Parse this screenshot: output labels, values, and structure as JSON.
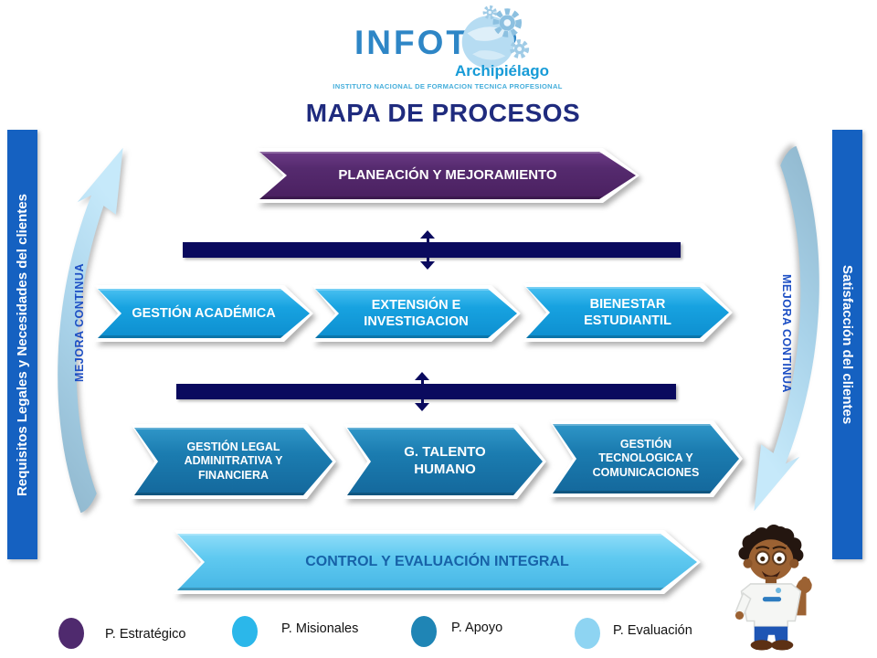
{
  "header": {
    "logo": {
      "name": "INFOTEP",
      "region": "Archipiélago",
      "subtitle": "INSTITUTO NACIONAL DE FORMACION TECNICA PROFESIONAL"
    },
    "title": "MAPA DE PROCESOS"
  },
  "side_bars": {
    "left": "Requisitos Legales y Necesidades del clientes",
    "right": "Satisfacción del  clientes"
  },
  "improvement": {
    "left": "MEJORA CONTINUA",
    "right": "MEJORA CONTINUA"
  },
  "processes": {
    "estrategico": {
      "label": "PLANEACIÓN Y MEJORAMIENTO",
      "color": "#552a6e"
    },
    "misionales": {
      "color": "#17a2e0",
      "items": [
        "GESTIÓN ACADÉMICA",
        "EXTENSIÓN E INVESTIGACION",
        "BIENESTAR ESTUDIANTIL"
      ]
    },
    "apoyo": {
      "color": "#1b7cb0",
      "items": [
        "GESTIÓN LEGAL ADMINITRATIVA Y FINANCIERA",
        "G. TALENTO HUMANO",
        "GESTIÓN TECNOLOGICA Y COMUNICACIONES"
      ]
    },
    "evaluacion": {
      "label": "CONTROL Y EVALUACIÓN INTEGRAL",
      "color": "#5fc9f0"
    }
  },
  "legend": [
    {
      "label": "P. Estratégico",
      "color": "#4f2a6e"
    },
    {
      "label": "P. Misionales",
      "color": "#2bb7ea"
    },
    {
      "label": "P. Apoyo",
      "color": "#1f85b5"
    },
    {
      "label": "P. Evaluación",
      "color": "#8ed4f2"
    }
  ]
}
